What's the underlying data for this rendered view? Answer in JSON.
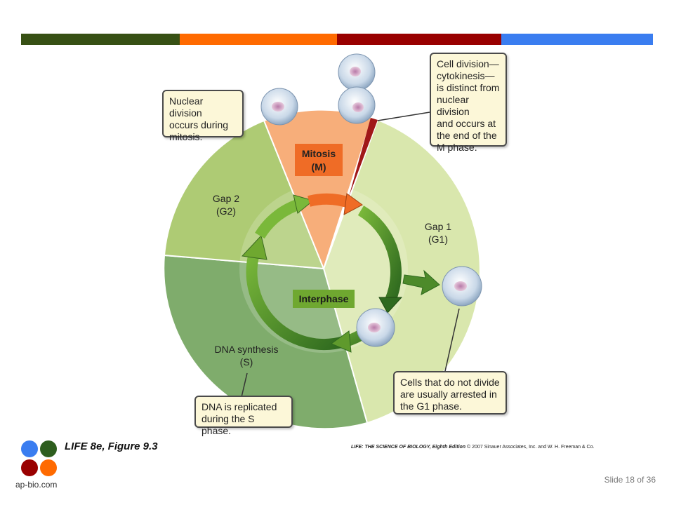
{
  "header_bar": {
    "segments": [
      {
        "color": "#375014"
      },
      {
        "color": "#ff6a00"
      },
      {
        "color": "#990000"
      },
      {
        "color": "#3a7df0"
      }
    ]
  },
  "diagram": {
    "phases": {
      "mitosis": {
        "line1": "Mitosis",
        "line2": "(M)",
        "color": "#f7ae7a",
        "label_bg": "#ef6c26"
      },
      "gap1": {
        "line1": "Gap 1",
        "line2": "(G1)",
        "color": "#d9e7ad"
      },
      "gap2": {
        "line1": "Gap 2",
        "line2": "(G2)",
        "color": "#aecb74"
      },
      "synthesis": {
        "line1": "DNA synthesis",
        "line2": "(S)",
        "color": "#7fac6c"
      }
    },
    "center_label": "Interphase",
    "center_label_bg": "#6fa830",
    "callouts": {
      "nuclear_division": "Nuclear division\noccurs during\nmitosis.",
      "cytokinesis": "Cell division—\ncytokinesis—\nis distinct from\nnuclear division\nand occurs at\nthe end of the\nM phase.",
      "g1_arrest": "Cells that do not divide\nare usually arrested in\nthe G1 phase.",
      "dna_replicated": "DNA is replicated\nduring the S phase."
    }
  },
  "footer": {
    "figure_caption": "LIFE 8e, Figure 9.3",
    "book_title": "LIFE: THE SCIENCE OF BIOLOGY, Eighth Edition",
    "copyright": "© 2007 Sinauer Associates, Inc. and W. H. Freeman & Co.",
    "logo_text": "ap-bio.com",
    "logo_colors": [
      "#3a7df0",
      "#2e5e1e",
      "#990000",
      "#ff6a00"
    ],
    "slide_label": "Slide 18 of 36"
  }
}
